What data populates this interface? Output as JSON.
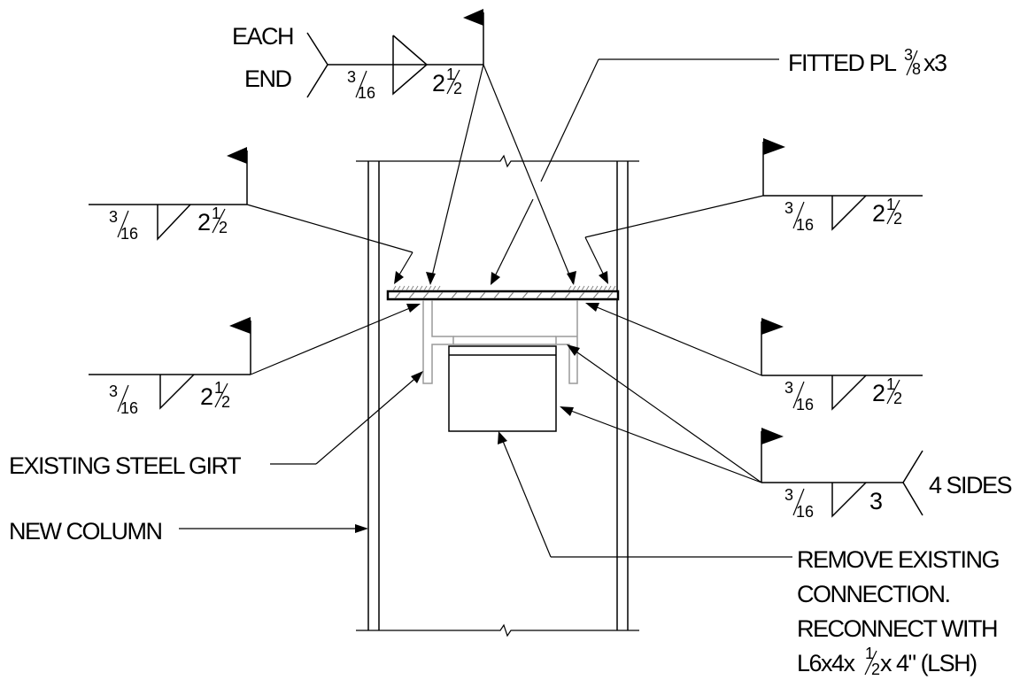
{
  "labels": {
    "each": "EACH",
    "end": "END",
    "fitted_plate": "FITTED PL",
    "fitted_plate_frac_num": "3",
    "fitted_plate_frac_den": "8",
    "fitted_plate_suffix": "x3",
    "existing_girt": "EXISTING STEEL GIRT",
    "new_column": "NEW COLUMN",
    "four_sides": "4 SIDES",
    "remove_line1": "REMOVE EXISTING",
    "remove_line2": "CONNECTION.",
    "remove_line3": "RECONNECT WITH",
    "remove_line4_prefix": "L6x4x",
    "remove_line4_frac_num": "1",
    "remove_line4_frac_den": "2",
    "remove_line4_suffix": " x 4\" (LSH)"
  },
  "welds": {
    "size_num": "3",
    "size_den": "16",
    "length_whole": "2",
    "length_num": "1",
    "length_den": "2",
    "length_three": "3"
  }
}
